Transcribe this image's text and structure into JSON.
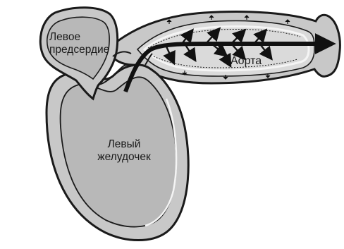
{
  "labels": {
    "left_atrium": [
      "Левое",
      "предсердие"
    ],
    "left_ventricle": [
      "Левый",
      "желудочек"
    ],
    "aorta": "Аорта"
  },
  "colors": {
    "outline": "#1a1a1a",
    "wall": "#c8c8c8",
    "cavity": "#b8b8b8",
    "lumen": "#dadada",
    "inner_lining": "#f4f4f4",
    "arrow": "#111111"
  },
  "icons": {
    "blood_flow": "arrow-right-icon",
    "aortic_wall_force": "small-arrow-icons"
  }
}
